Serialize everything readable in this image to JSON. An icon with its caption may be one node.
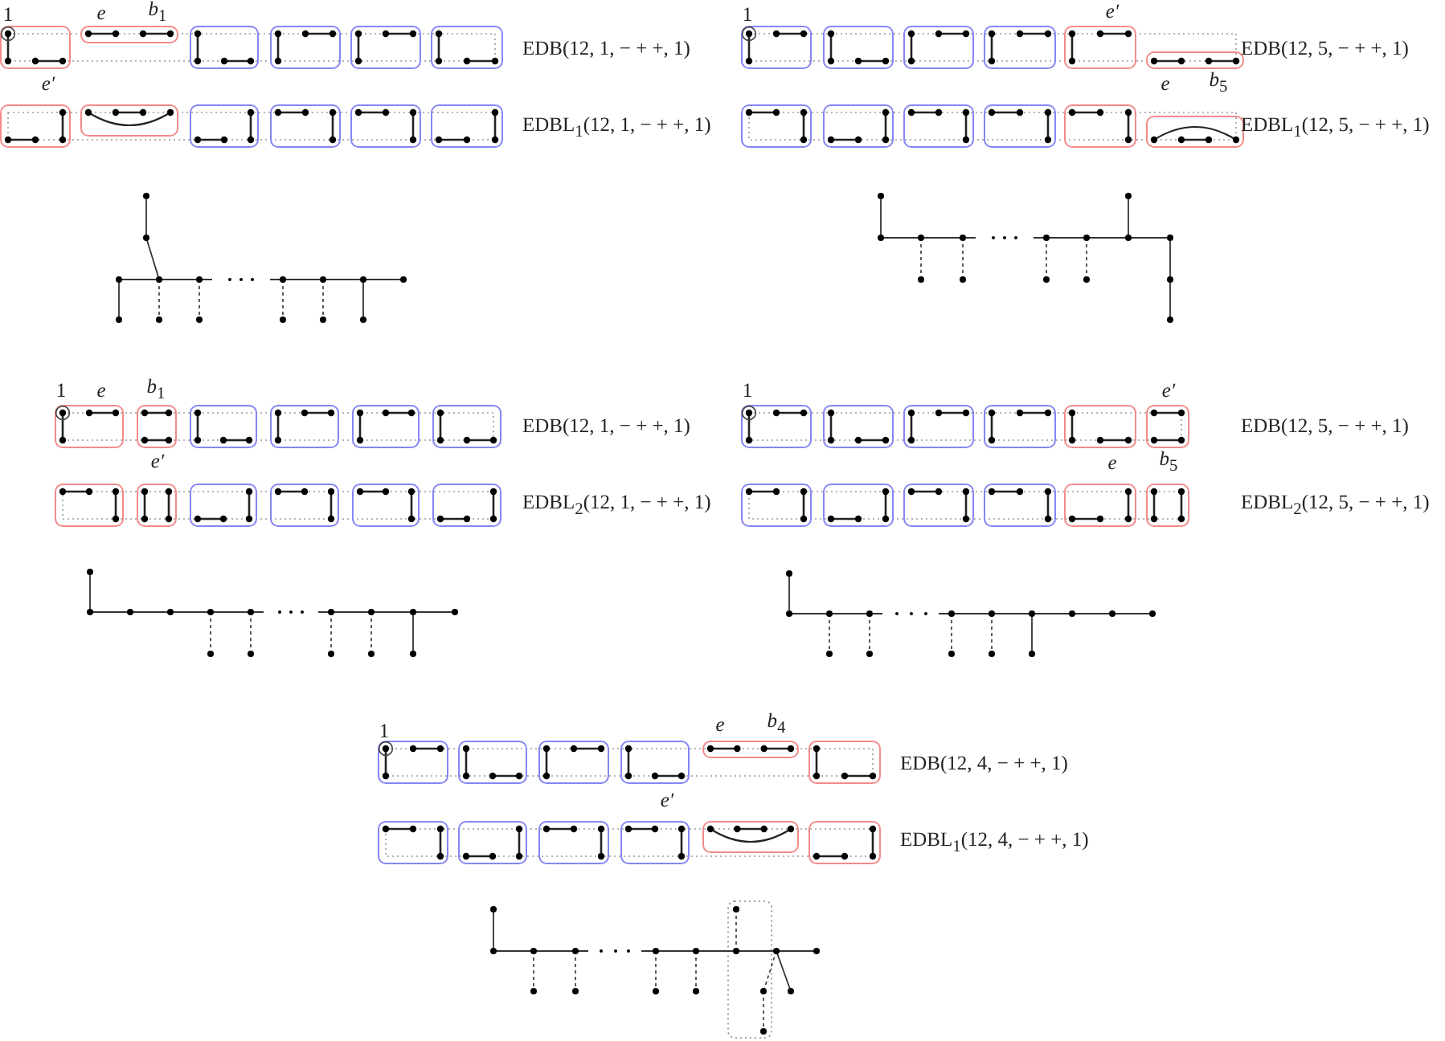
{
  "diagram": {
    "nodes": [
      {
        "text": [],
        "shape": "box"
      },
      {
        "text": [],
        "shape": "box"
      },
      {
        "text": [],
        "shape": "box"
      },
      {
        "text": [],
        "shape": "box"
      },
      {
        "text": [],
        "shape": "box"
      },
      {
        "text": [],
        "shape": "box"
      },
      {
        "text": [],
        "shape": "box"
      },
      {
        "text": [],
        "shape": "box"
      },
      {
        "text": [],
        "shape": "box"
      },
      {
        "text": [],
        "shape": "box"
      },
      {
        "text": [],
        "shape": "box"
      },
      {
        "text": [],
        "shape": "box"
      },
      {
        "text": [],
        "shape": "box"
      },
      {
        "text": [],
        "shape": "box"
      },
      {
        "text": [],
        "shape": "box"
      },
      {
        "text": [],
        "shape": "box"
      },
      {
        "text": [],
        "shape": "box"
      },
      {
        "text": [],
        "shape": "box"
      },
      {
        "text": [],
        "shape": "box"
      },
      {
        "text": [],
        "shape": "box"
      },
      {
        "text": [],
        "shape": "box"
      },
      {
        "text": [],
        "shape": "box"
      },
      {
        "text": [],
        "shape": "box"
      },
      {
        "text": [],
        "shape": "box"
      },
      {
        "text": [],
        "shape": "box"
      },
      {
        "text": [],
        "shape": "box"
      },
      {
        "text": [],
        "shape": "box"
      },
      {
        "text": [],
        "shape": "box"
      },
      {
        "text": [],
        "shape": "box"
      },
      {
        "text": [],
        "shape": "box"
      },
      {
        "text": [],
        "shape": "box"
      },
      {
        "text": [],
        "shape": "box"
      },
      {
        "text": [],
        "shape": "box"
      },
      {
        "text": [],
        "shape": "box"
      },
      {
        "text": [],
        "shape": "box"
      },
      {
        "text": [],
        "shape": "box"
      },
      {
        "text": [],
        "shape": "box"
      },
      {
        "text": [],
        "shape": "box"
      },
      {
        "text": [],
        "shape": "box"
      },
      {
        "text": [],
        "shape": "box"
      },
      {
        "text": [],
        "shape": "box"
      },
      {
        "text": [],
        "shape": "box"
      },
      {
        "text": [],
        "shape": "box"
      },
      {
        "text": [],
        "shape": "box"
      },
      {
        "text": [],
        "shape": "box"
      },
      {
        "text": [],
        "shape": "box"
      },
      {
        "text": [],
        "shape": "box"
      },
      {
        "text": [],
        "shape": "box"
      },
      {
        "text": [],
        "shape": "box"
      },
      {
        "text": [],
        "shape": "box"
      },
      {
        "text": [],
        "shape": "box"
      },
      {
        "text": [],
        "shape": "box"
      },
      {
        "text": [],
        "shape": "box"
      },
      {
        "text": [],
        "shape": "box"
      },
      {
        "text": [],
        "shape": "box"
      },
      {
        "text": [],
        "shape": "box"
      },
      {
        "text": [],
        "shape": "box"
      },
      {
        "text": [],
        "shape": "box"
      },
      {
        "text": [],
        "shape": "box"
      },
      {
        "text": [],
        "shape": "box"
      }
    ],
    "labels": [
      "1",
      "e",
      "*b*$_{1}$",
      "EDB(12, 1, − + +, 1)",
      "e′",
      "EDBL$_{1}$(12, 1, − + +, 1)",
      "1",
      "e′",
      "EDB(12, 5, − + +, 1)",
      "e",
      "*b*$_{5}$",
      "EDBL$_{1}$(12, 5, − + +, 1)",
      "1",
      "e",
      "*b*$_{1}$",
      "EDB(12, 1, − + +, 1)",
      "e′",
      "EDBL$_{2}$(12, 1, − + +, 1)",
      "1",
      "e′",
      "EDB(12, 5, − + +, 1)",
      "e",
      "*b*$_{5}$",
      "EDBL$_{2}$(12, 5, − + +, 1)",
      "1",
      "e",
      "*b*$_{4}$",
      "EDB(12, 4, − + +, 1)",
      "e′",
      "EDBL$_{1}$(12, 4, − + +, 1)"
    ]
  }
}
